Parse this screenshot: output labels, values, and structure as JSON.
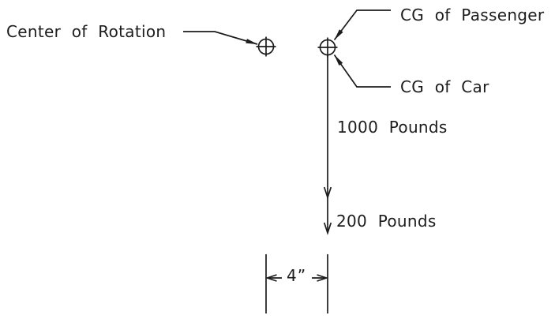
{
  "diagram": {
    "title": "Center of rotation and CG force diagram",
    "colors": {
      "background": "#ffffff",
      "line": "#1c1c1c"
    },
    "labels": {
      "center_of_rotation": "Center of Rotation",
      "cg_of_passenger": "CG of Passenger",
      "cg_of_car": "CG of Car",
      "force_primary": "1000 Pounds",
      "force_secondary": "200 Pounds",
      "dimension": "4”"
    },
    "symbols": [
      {
        "name": "center-of-rotation-symbol",
        "type": "crosshair-circle"
      },
      {
        "name": "cg-symbol",
        "type": "crosshair-circle"
      }
    ]
  }
}
